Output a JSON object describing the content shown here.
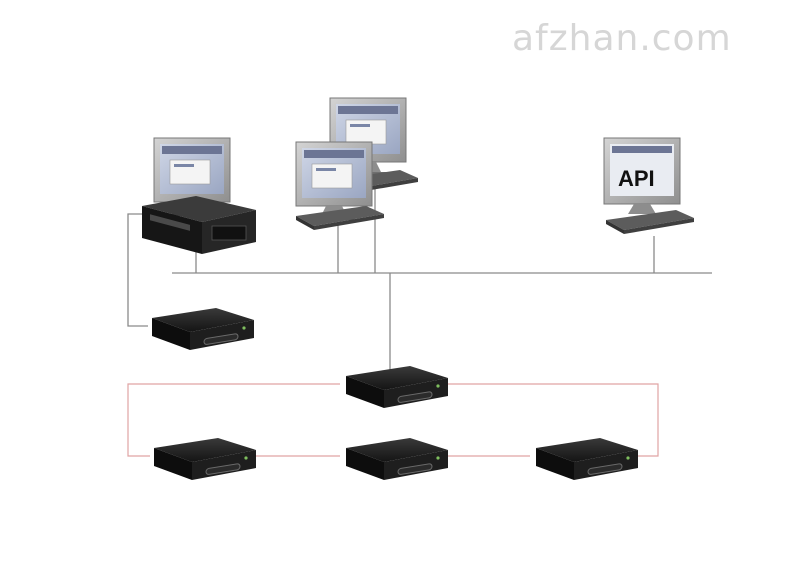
{
  "watermark": {
    "text": "afzhan.com"
  },
  "screen_label": "API",
  "colors": {
    "network_line": "#8a8a8a",
    "ring_line": "#e0a4a4",
    "device_body": "#1c1c1c",
    "monitor_bezel": "#b9b9b9",
    "keyboard": "#555555"
  },
  "nodes": [
    {
      "id": "workstation-tower",
      "type": "tower-pc"
    },
    {
      "id": "workstation-back",
      "type": "monitor"
    },
    {
      "id": "workstation-front",
      "type": "monitor"
    },
    {
      "id": "api-workstation",
      "type": "monitor"
    },
    {
      "id": "nvr-left",
      "type": "recorder"
    },
    {
      "id": "nvr-center",
      "type": "recorder"
    },
    {
      "id": "nvr-bottom-left",
      "type": "recorder"
    },
    {
      "id": "nvr-bottom-center",
      "type": "recorder"
    },
    {
      "id": "nvr-bottom-right",
      "type": "recorder"
    }
  ]
}
